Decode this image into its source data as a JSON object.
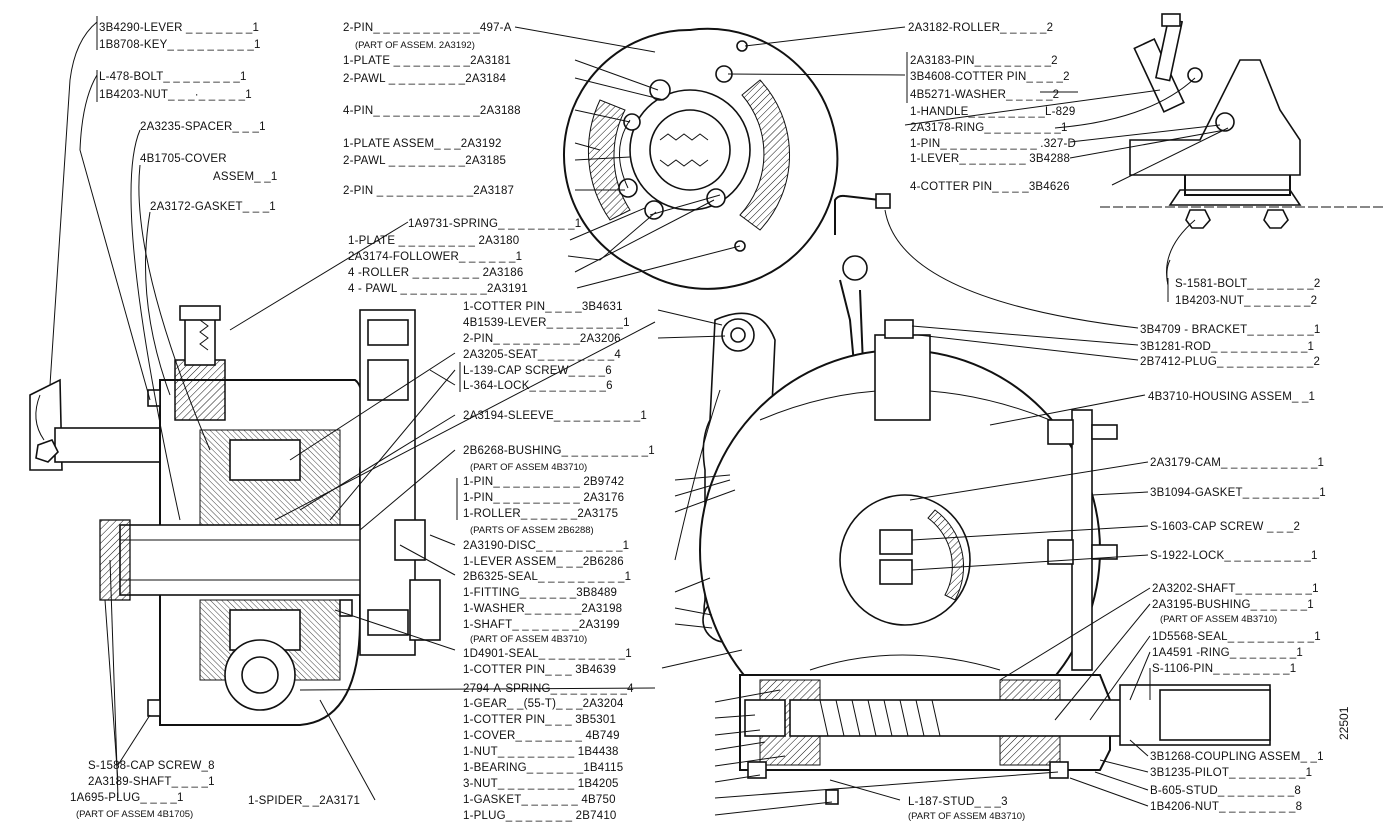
{
  "figure_number": "22501",
  "labels": {
    "l_3b4290": "3B4290-LEVER _ _ _ _ _ _ _1",
    "l_1b8708": "1B8708-KEY_ _ _ _ _ _ _ _ _1",
    "l_l478": "L-478-BOLT_ _ _ _ _ _ _ _1",
    "l_1b4203a": "1B4203-NUT_ _ _·_ _ _ _ _1",
    "l_2a3235": "2A3235-SPACER_ _ _1",
    "l_4b1705": "4B1705-COVER",
    "l_4b1705b": "ASSEM_ _1",
    "l_2a3172": "2A3172-GASKET_ _ _1",
    "l_1a9731": "1A9731-SPRING_ _ _ _ _ _ _ _1",
    "l_2a3180": "1-PLATE _ _ _ _ _ _ _ _ 2A3180",
    "l_2a3174": "2A3174-FOLLOWER_ _ _ _ _ _1",
    "l_2a3186": "4 -ROLLER _ _ _ _ _ _ _ 2A3186",
    "l_2a3191": "4 - PAWL _ _ _ _ _ _ _ _ _2A3191",
    "l_497a": "2-PIN_ _ _ _ _ _ _ _ _ _ _497-A",
    "l_497a_sub": "(PART OF ASSEM. 2A3192)",
    "l_2a3181": "1-PLATE _ _ _ _ _ _ _ _2A3181",
    "l_2a3184": "2-PAWL _ _ _ _ _ _ _ _2A3184",
    "l_2a3188": "4-PIN_ _ _ _ _ _ _ _ _ _ _2A3188",
    "l_2a3192": "1-PLATE ASSEM_ _ _2A3192",
    "l_2a3185": "2-PAWL _ _ _ _ _ _ _ _2A3185",
    "l_2a3187": "2-PIN _ _ _ _ _ _ _ _ _ _2A3187",
    "l_2a3182": "2A3182-ROLLER_ _ _ _ _2",
    "l_2a3183": "2A3183-PIN_ _ _ _ _ _ _ _2",
    "l_3b4608": "3B4608-COTTER PIN_ _ _ _2",
    "l_4b5271": "4B5271-WASHER_ _ _ _ _2",
    "l_l829": "1-HANDLE_ _ _ _ _ _ _ _L-829",
    "l_2a3178": "2A3178-RING_ _ _ _ _ _ _ _1",
    "l_327d": "1-PIN_ _ _ _ _ _ _ _ _ _ .327-D",
    "l_3b4288": "1-LEVER_ _ _ _ _ _ _ 3B4288",
    "l_3b4626": "4-COTTER PIN_ _ _ _3B4626",
    "l_s1581": "S-1581-BOLT_ _ _ _ _ _ _2",
    "l_1b4203b": "1B4203-NUT_ _ _ _ _ _ _2",
    "l_3b4709": "3B4709 - BRACKET_ _ _ _ _ _ _1",
    "l_3b1281": "3B1281-ROD_ _ _ _ _ _ _ _ _ _1",
    "l_2b7412": "2B7412-PLUG_ _ _ _ _ _ _ _ _ _2",
    "l_4b3710": "4B3710-HOUSING ASSEM_ _1",
    "l_3b4631": "1-COTTER PIN_ _ _ _3B4631",
    "l_4b1539": "4B1539-LEVER_ _ _ _ _ _ _ _1",
    "l_2a3206": "2-PIN_ _ _ _ _ _ _ _ _2A3206",
    "l_2a3205": "2A3205-SEAT_ _ _ _ _ _ _ _4",
    "l_l139": "L-139-CAP SCREW_ _ _ _6",
    "l_l364": "L-364-LOCK_ _ _ _ _ _ _ _6",
    "l_2a3194": "2A3194-SLEEVE_ _ _ _ _ _ _ _ _1",
    "l_2b6268": "2B6268-BUSHING_ _ _ _ _ _ _ _ _1",
    "l_2b6268_sub": "(PART OF ASSEM 4B3710)",
    "l_2b9742": "1-PIN_ _ _ _ _ _ _ _ _ 2B9742",
    "l_2a3176": "1-PIN_ _ _ _ _ _ _ _ _ 2A3176",
    "l_2a3175": "1-ROLLER_ _ _ _ _ _2A3175",
    "l_2b6288_sub": "(PARTS OF ASSEM 2B6288)",
    "l_2a3190": "2A3190-DISC_ _ _ _ _ _ _ _ _1",
    "l_2b6286": "1-LEVER ASSEM_ _ _2B6286",
    "l_2b6325": "2B6325-SEAL_ _ _ _ _ _ _ _ _1",
    "l_3b8489": "1-FITTING_ _ _ _ _ _3B8489",
    "l_2a3198": "1-WASHER_ _ _ _ _ _2A3198",
    "l_2a3199": "1-SHAFT_ _ _ _ _ _ _2A3199",
    "l_2a3199_sub": "(PART OF ASSEM 4B3710)",
    "l_1d4901": "1D4901-SEAL_ _ _ _ _ _ _ _ _1",
    "l_3b4639": "1-COTTER PIN_ _ _ 3B4639",
    "l_2794a": "2794-A-SPRING_ _ _ _ _ _ _ _4",
    "l_2a3204": "1-GEAR_ _(55-T)_ _ _2A3204",
    "l_3b5301": "1-COTTER PIN_ _ _ 3B5301",
    "l_4b749": "1-COVER_ _ _ _ _ _ _ 4B749",
    "l_1b4438": "1-NUT_ _ _ _ _ _ _ _ 1B4438",
    "l_1b4115": "1-BEARING_ _ _ _ _ _1B4115",
    "l_1b4205": "3-NUT_ _ _ _ _ _ _ _ 1B4205",
    "l_4b750": "1-GASKET_ _ _ _ _ _ 4B750",
    "l_2b7410": "1-PLUG_ _ _ _ _ _ _ 2B7410",
    "l_s1588": "S-1588-CAP SCREW_8",
    "l_2a3189": "2A3189-SHAFT_ _ _ _1",
    "l_1a695": "1A695-PLUG_ _ _ _1",
    "l_1a695_sub": "(PART OF ASSEM 4B1705)",
    "l_2a3171": "1-SPIDER_ _2A3171",
    "l_l187": "L-187-STUD_ _ _3",
    "l_l187_sub": "(PART OF ASSEM 4B3710)",
    "l_2a3179": "2A3179-CAM_ _ _ _ _ _ _ _ _ _1",
    "l_3b1094": "3B1094-GASKET_ _ _ _ _ _ _ _1",
    "l_s1603": "S-1603-CAP SCREW _ _ _2",
    "l_s1922": "S-1922-LOCK_ _ _ _ _ _ _ _ _1",
    "l_2a3202": "2A3202-SHAFT_ _ _ _ _ _ _ _1",
    "l_2a3195": "2A3195-BUSHING_ _ _ _ _ _1",
    "l_2a3195_sub": "(PART OF ASSEM 4B3710)",
    "l_1d5568": "1D5568-SEAL_ _ _ _ _ _ _ _ _1",
    "l_1a4591": "1A4591 -RING_ _ _ _ _ _ _1",
    "l_s1106": "S-1106-PIN_ _ _ _ _ _ _ _1",
    "l_3b1268": "3B1268-COUPLING ASSEM_ _1",
    "l_3b1235": "3B1235-PILOT_ _ _ _ _ _ _ _1",
    "l_b605": "B-605-STUD_ _ _ _ _ _ _ _8",
    "l_1b4206": "1B4206-NUT_ _ _ _ _ _ _ _8"
  }
}
